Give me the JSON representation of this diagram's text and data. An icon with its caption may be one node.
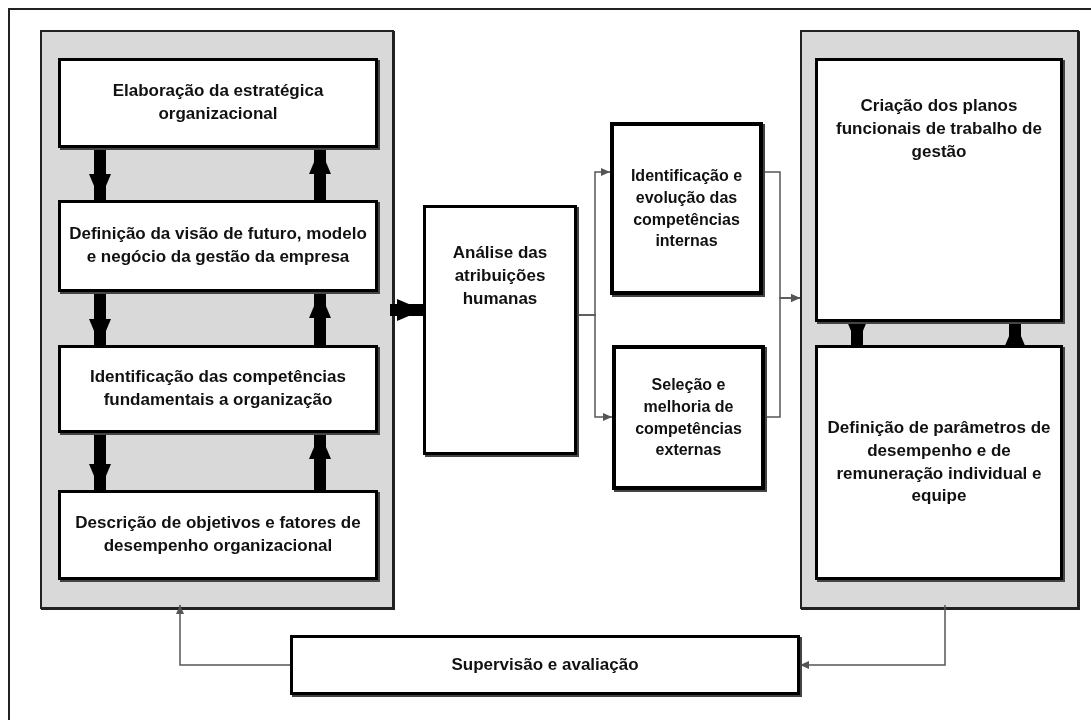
{
  "diagram": {
    "nodes": [
      {
        "text": [],
        "shape": "box"
      },
      {
        "text": [
          "Elaboração da estratégica organizacional"
        ],
        "in": 0
      },
      {
        "text": [
          "Definição da visão de futuro, modelo e negócio da gestão da empresa"
        ],
        "in": 0
      },
      {
        "text": [
          "Identificação das competências fundamentais a organização"
        ],
        "in": 0
      },
      {
        "text": [
          "Descrição de objetivos e fatores de desempenho organizacional"
        ],
        "in": 0
      },
      {
        "text": [
          "Análise das atribuições humanas"
        ]
      },
      {
        "text": [
          "Identificação e evolução das competências internas"
        ]
      },
      {
        "text": [
          "Seleção e melhoria de competências externas"
        ]
      },
      {
        "text": [],
        "shape": "box"
      },
      {
        "text": [
          "Criação dos planos funcionais de trabalho de gestão"
        ],
        "in": 8
      },
      {
        "text": [
          "Definição de parâmetros de desempenho e de remuneração individual e equipe"
        ],
        "in": 8
      },
      {
        "text": [
          "Supervisão e avaliação"
        ]
      }
    ],
    "edges": [
      {
        "from": 1,
        "to": 2,
        "arrow": "to"
      },
      {
        "from": 2,
        "to": 1,
        "arrow": "to"
      },
      {
        "from": 2,
        "to": 3,
        "arrow": "to"
      },
      {
        "from": 3,
        "to": 2,
        "arrow": "to"
      },
      {
        "from": 3,
        "to": 4,
        "arrow": "to"
      },
      {
        "from": 4,
        "to": 3,
        "arrow": "to"
      },
      {
        "from": 0,
        "to": 5,
        "arrow": "to"
      },
      {
        "from": 5,
        "to": 6,
        "arrow": "to",
        "color": "#555555"
      },
      {
        "from": 5,
        "to": 7,
        "arrow": "to",
        "color": "#555555"
      },
      {
        "from": 6,
        "to": 8,
        "arrow": "to",
        "color": "#555555"
      },
      {
        "from": 7,
        "to": 8,
        "arrow": "to",
        "color": "#555555"
      },
      {
        "from": 9,
        "to": 10,
        "arrow": "to"
      },
      {
        "from": 10,
        "to": 9,
        "arrow": "to"
      },
      {
        "from": 8,
        "to": 11,
        "arrow": "to",
        "color": "#555555"
      },
      {
        "from": 11,
        "to": 0,
        "arrow": "to",
        "color": "#555555"
      }
    ]
  }
}
